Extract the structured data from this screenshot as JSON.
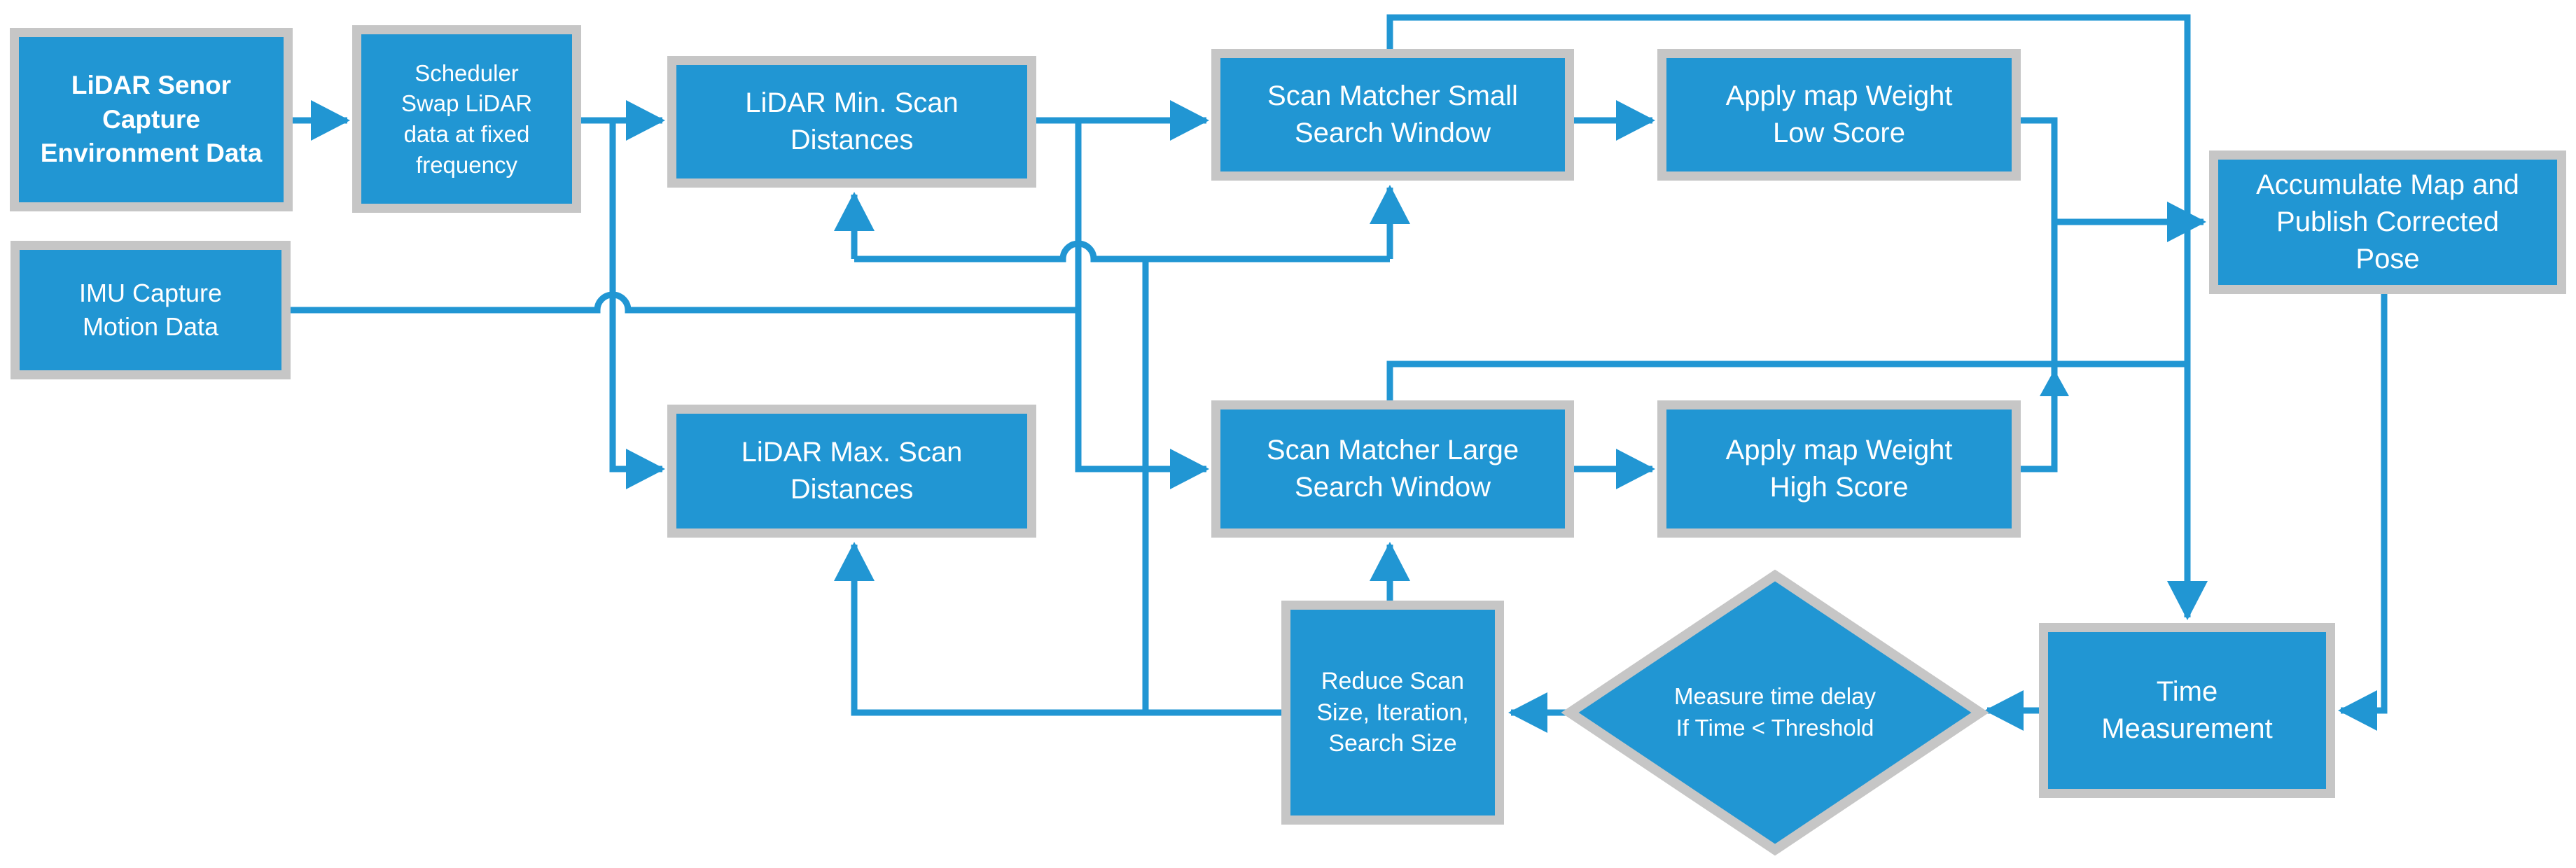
{
  "diagram": {
    "type": "flowchart",
    "colors": {
      "node_fill": "#2196D3",
      "node_border": "#C6C6C6",
      "connector": "#2196D3",
      "text": "#FFFFFF",
      "background": "#FFFFFF"
    },
    "nodes": {
      "lidar_sensor": {
        "label": "LiDAR Senor\nCapture\nEnvironment Data",
        "shape": "rect"
      },
      "scheduler": {
        "label": "Scheduler\nSwap LiDAR\ndata at fixed\nfrequency",
        "shape": "rect"
      },
      "lidar_min": {
        "label": "LiDAR Min. Scan\nDistances",
        "shape": "rect"
      },
      "imu": {
        "label": "IMU Capture\nMotion Data",
        "shape": "rect"
      },
      "lidar_max": {
        "label": "LiDAR Max. Scan\nDistances",
        "shape": "rect"
      },
      "sm_small": {
        "label": "Scan Matcher Small\nSearch Window",
        "shape": "rect"
      },
      "sm_large": {
        "label": "Scan Matcher Large\nSearch Window",
        "shape": "rect"
      },
      "apply_low": {
        "label": "Apply map Weight\nLow Score",
        "shape": "rect"
      },
      "apply_high": {
        "label": "Apply map Weight\nHigh Score",
        "shape": "rect"
      },
      "accumulate": {
        "label": "Accumulate Map and\nPublish Corrected\nPose",
        "shape": "rect"
      },
      "reduce": {
        "label": "Reduce Scan\nSize, Iteration,\nSearch Size",
        "shape": "rect"
      },
      "decision": {
        "label": "Measure time delay\nIf Time < Threshold",
        "shape": "diamond"
      },
      "time": {
        "label": "Time\nMeasurement",
        "shape": "rect"
      }
    },
    "edges": [
      {
        "from": "lidar_sensor",
        "to": "scheduler"
      },
      {
        "from": "scheduler",
        "to": "lidar_min"
      },
      {
        "from": "scheduler",
        "to": "lidar_max"
      },
      {
        "from": "imu",
        "to": "sm_small"
      },
      {
        "from": "imu",
        "to": "sm_large"
      },
      {
        "from": "lidar_min",
        "to": "sm_small"
      },
      {
        "from": "lidar_min",
        "to": "sm_large"
      },
      {
        "from": "lidar_max",
        "to": "sm_large"
      },
      {
        "from": "sm_small",
        "to": "apply_low"
      },
      {
        "from": "sm_large",
        "to": "apply_high"
      },
      {
        "from": "apply_low",
        "to": "accumulate"
      },
      {
        "from": "apply_high",
        "to": "time"
      },
      {
        "from": "sm_small",
        "to": "time"
      },
      {
        "from": "sm_large",
        "to": "time"
      },
      {
        "from": "accumulate",
        "to": "time"
      },
      {
        "from": "time",
        "to": "decision"
      },
      {
        "from": "decision",
        "to": "reduce"
      },
      {
        "from": "reduce",
        "to": "sm_large"
      },
      {
        "from": "reduce",
        "to": "sm_small"
      },
      {
        "from": "reduce",
        "to": "lidar_min"
      },
      {
        "from": "reduce",
        "to": "lidar_max"
      }
    ]
  }
}
